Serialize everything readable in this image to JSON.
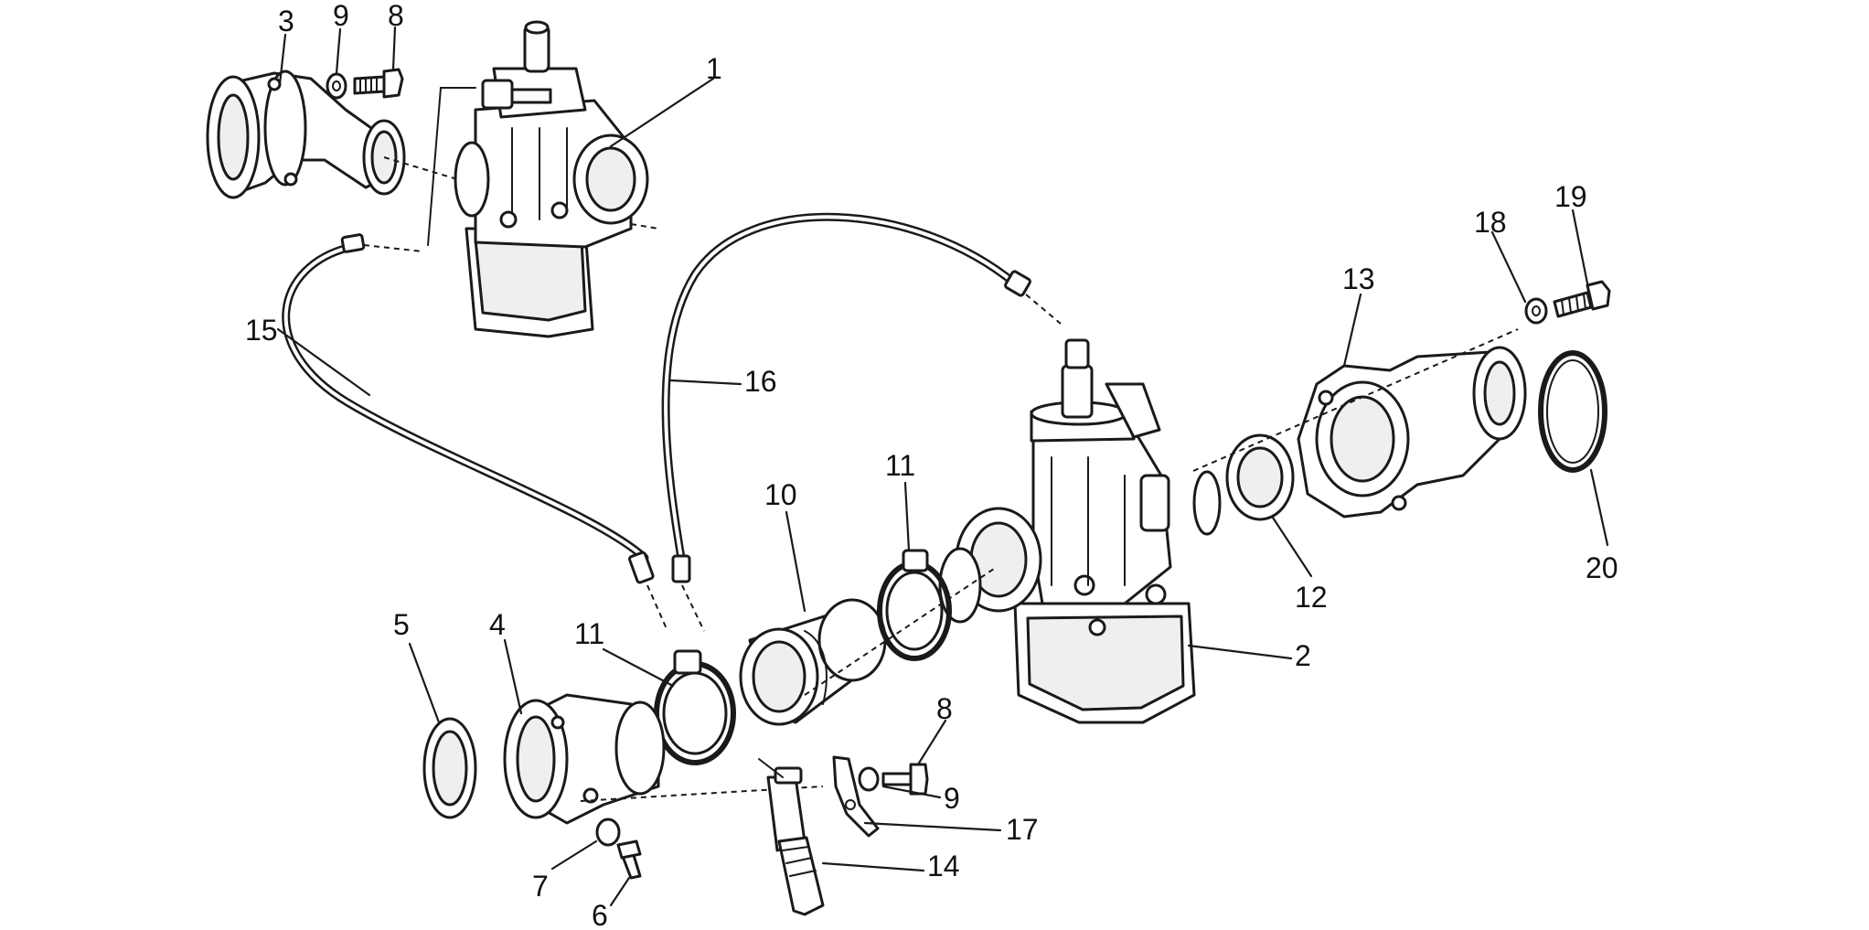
{
  "diagram": {
    "type": "exploded-parts-diagram",
    "line_color": "#1a1a1a",
    "background": "#ffffff",
    "callouts": [
      "1",
      "2",
      "3",
      "4",
      "5",
      "6",
      "7",
      "8",
      "8",
      "9",
      "9",
      "10",
      "11",
      "11",
      "12",
      "13",
      "14",
      "15",
      "16",
      "17",
      "18",
      "19",
      "20"
    ],
    "labels": {
      "n1": "1",
      "n2": "2",
      "n3": "3",
      "n4": "4",
      "n5": "5",
      "n6": "6",
      "n7": "7",
      "n8a": "8",
      "n8b": "8",
      "n9a": "9",
      "n9b": "9",
      "n10": "10",
      "n11a": "11",
      "n11b": "11",
      "n12": "12",
      "n13": "13",
      "n14": "14",
      "n15": "15",
      "n16": "16",
      "n17": "17",
      "n18": "18",
      "n19": "19",
      "n20": "20"
    }
  }
}
